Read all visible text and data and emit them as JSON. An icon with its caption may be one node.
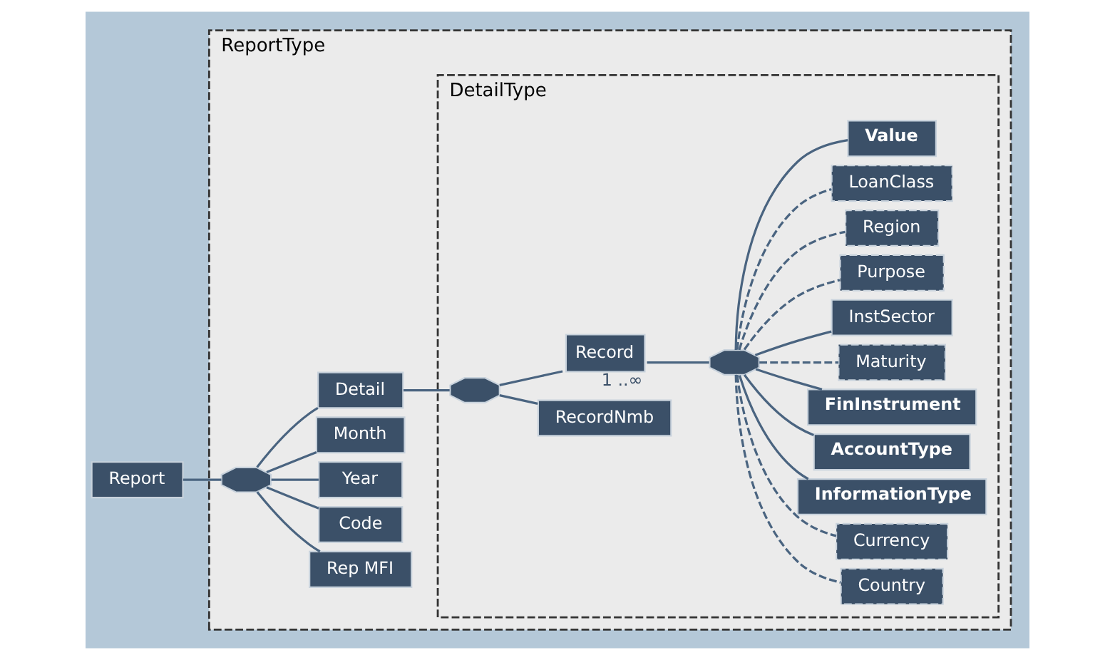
{
  "diagram": {
    "nodes": [
      {
        "text": [
          "Report"
        ]
      },
      {
        "text": [
          "ReportType"
        ]
      },
      {
        "text": [],
        "shape": "octagon",
        "in": 1
      },
      {
        "text": [
          "Rep MFI"
        ],
        "in": 1
      },
      {
        "text": [
          "Code"
        ],
        "in": 1
      },
      {
        "text": [
          "Year"
        ],
        "in": 1
      },
      {
        "text": [
          "Month"
        ],
        "in": 1
      },
      {
        "text": [
          "Detail"
        ],
        "in": 1
      },
      {
        "text": [
          "DetailType"
        ],
        "in": 1
      },
      {
        "text": [],
        "shape": "octagon",
        "in": 8
      },
      {
        "text": [
          "RecordNmb"
        ],
        "in": 8
      },
      {
        "text": [
          "Record"
        ],
        "in": 8,
        "beside": [
          "1 ..∞"
        ]
      },
      {
        "text": [],
        "shape": "octagon",
        "in": 8
      },
      {
        "text": [
          "Country"
        ],
        "in": 8
      },
      {
        "text": [
          "Currency"
        ],
        "in": 8
      },
      {
        "text": [
          "InformationType"
        ],
        "in": 8
      },
      {
        "text": [
          "AccountType"
        ],
        "in": 8
      },
      {
        "text": [
          "FinInstrument"
        ],
        "in": 8
      },
      {
        "text": [
          "Maturity"
        ],
        "in": 8
      },
      {
        "text": [
          "InstSector"
        ],
        "in": 8
      },
      {
        "text": [
          "Purpose"
        ],
        "in": 8
      },
      {
        "text": [
          "Region"
        ],
        "in": 8
      },
      {
        "text": [
          "LoanClass"
        ],
        "in": 8
      },
      {
        "text": [
          "Value"
        ],
        "in": 8
      }
    ],
    "edges": [
      {
        "from": 0,
        "to": 2,
        "arrow": "none"
      },
      {
        "from": 2,
        "to": 3,
        "arrow": "none"
      },
      {
        "from": 2,
        "to": 4,
        "arrow": "none"
      },
      {
        "from": 2,
        "to": 5,
        "arrow": "none"
      },
      {
        "from": 2,
        "to": 6,
        "arrow": "none"
      },
      {
        "from": 2,
        "to": 7,
        "arrow": "none"
      },
      {
        "from": 7,
        "to": 9,
        "arrow": "none"
      },
      {
        "from": 9,
        "to": 10,
        "arrow": "none"
      },
      {
        "from": 9,
        "to": 11,
        "arrow": "none"
      },
      {
        "from": 11,
        "to": 12,
        "arrow": "none"
      },
      {
        "from": 12,
        "to": 13,
        "arrow": "none",
        "style": "dashed"
      },
      {
        "from": 12,
        "to": 14,
        "arrow": "none",
        "style": "dashed"
      },
      {
        "from": 12,
        "to": 15,
        "arrow": "none"
      },
      {
        "from": 12,
        "to": 16,
        "arrow": "none"
      },
      {
        "from": 12,
        "to": 17,
        "arrow": "none"
      },
      {
        "from": 12,
        "to": 18,
        "arrow": "none",
        "style": "dashed"
      },
      {
        "from": 12,
        "to": 19,
        "arrow": "none"
      },
      {
        "from": 12,
        "to": 20,
        "arrow": "none",
        "style": "dashed"
      },
      {
        "from": 12,
        "to": 21,
        "arrow": "none",
        "style": "dashed"
      },
      {
        "from": 12,
        "to": 22,
        "arrow": "none",
        "style": "dashed"
      },
      {
        "from": 12,
        "to": 23,
        "arrow": "none"
      }
    ]
  }
}
